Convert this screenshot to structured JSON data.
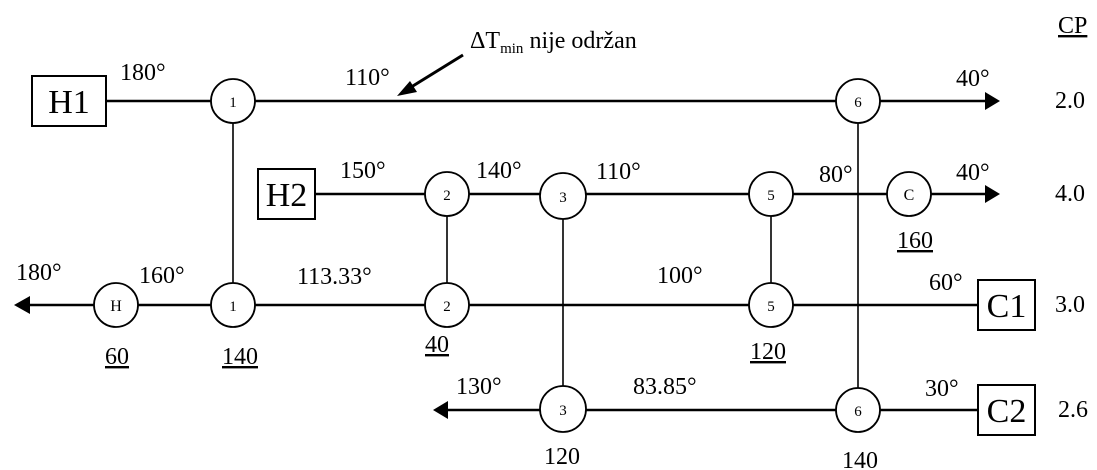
{
  "header": {
    "cp_label": "CP"
  },
  "annotation": {
    "delta": "ΔT",
    "sub": "min",
    "text": " nije održan"
  },
  "streams": {
    "h1": {
      "label": "H1",
      "t_in": "180°",
      "t_mid": "110°",
      "t_out": "40°",
      "cp": "2.0"
    },
    "h2": {
      "label": "H2",
      "t_in": "150°",
      "t_a": "140°",
      "t_b": "110°",
      "t_c": "80°",
      "t_out": "40°",
      "cp": "4.0"
    },
    "c1": {
      "label": "C1",
      "t_in": "60°",
      "t_a": "100°",
      "t_b": "113.33°",
      "t_c": "160°",
      "t_out": "180°",
      "cp": "3.0"
    },
    "c2": {
      "label": "C2",
      "t_in": "30°",
      "t_a": "83.85°",
      "t_out": "130°",
      "cp": "2.6"
    }
  },
  "exchangers": {
    "e1": "1",
    "e2": "2",
    "e3": "3",
    "e5": "5",
    "e6": "6",
    "heater": "H",
    "cooler": "C"
  },
  "duties": {
    "heater": "60",
    "e1": "140",
    "e2": "40",
    "e5": "120",
    "e3": "120",
    "e6": "140",
    "cooler": "160"
  }
}
